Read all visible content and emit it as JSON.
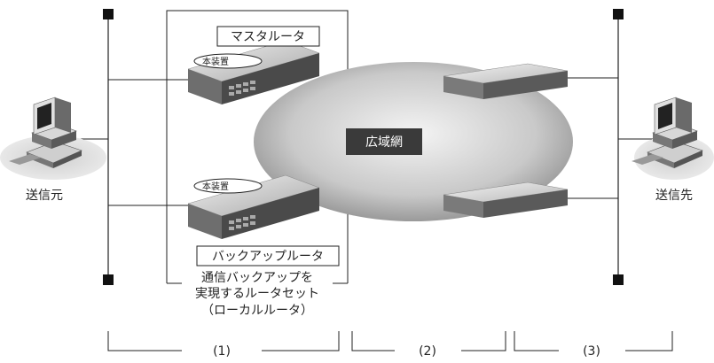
{
  "labels": {
    "sender": "送信元",
    "receiver": "送信先",
    "master_router": "マスタルータ",
    "backup_router": "バックアップルータ",
    "this_device": "本装置",
    "wan": "広域網",
    "router_set_line1": "通信バックアップを",
    "router_set_line2": "実現するルータセット",
    "router_set_line3": "（ローカルルータ）",
    "segment_1": "(1)",
    "segment_2": "(2)",
    "segment_3": "(3)"
  },
  "colors": {
    "line": "#222222",
    "cloud_light": "#e8e8e8",
    "cloud_dark": "#9a9a9a",
    "router_top": "#d0d0d0",
    "router_side": "#777777",
    "wan_label_bg": "#3a3a3a"
  }
}
